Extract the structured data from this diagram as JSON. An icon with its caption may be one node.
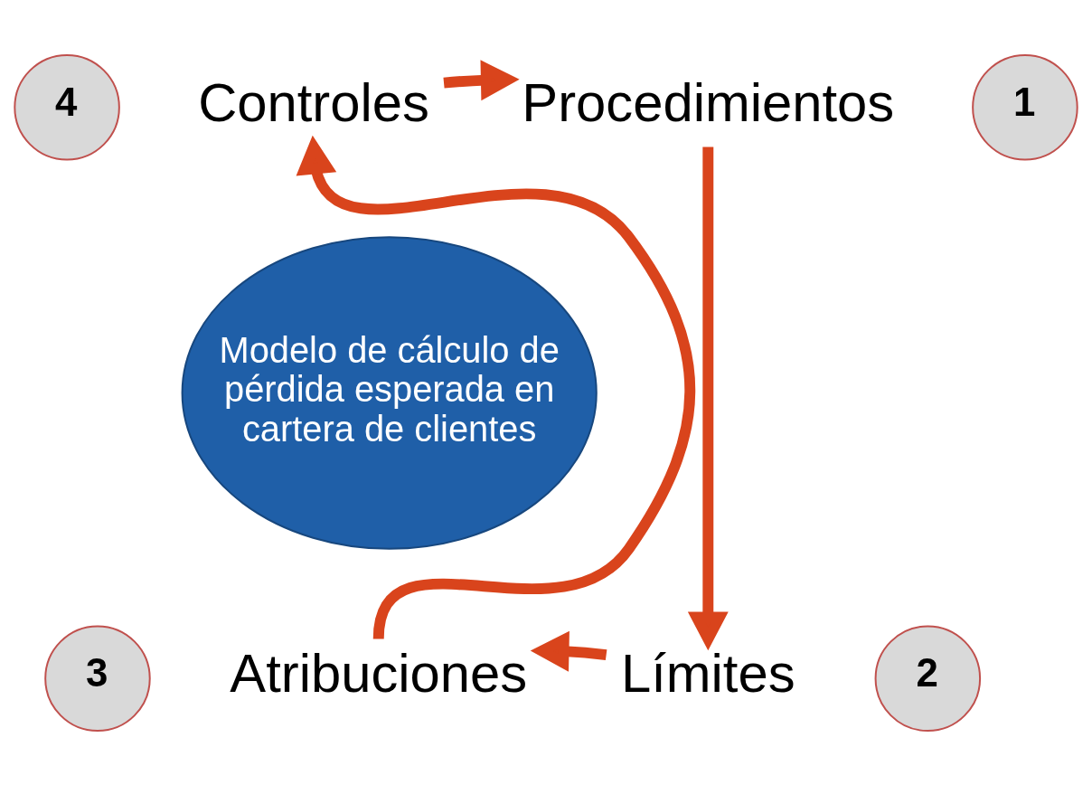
{
  "diagram": {
    "nodes": [
      {
        "text": [
          "Modelo de cálculo de pérdida esperada en cartera de clientes"
        ]
      },
      {
        "text": [
          "1"
        ]
      },
      {
        "text": [
          "Procedimientos"
        ]
      },
      {
        "text": [
          "2"
        ]
      },
      {
        "text": [
          "Límites"
        ]
      },
      {
        "text": [
          "3"
        ]
      },
      {
        "text": [
          "Atribuciones"
        ]
      },
      {
        "text": [
          "4"
        ]
      },
      {
        "text": [
          "Controles"
        ]
      }
    ],
    "edges": [
      {
        "from": 8,
        "to": 2,
        "arrow": "to"
      },
      {
        "from": 2,
        "to": 4,
        "arrow": "to"
      },
      {
        "from": 4,
        "to": 6,
        "arrow": "to"
      },
      {
        "from": 6,
        "to": 8,
        "arrow": "to"
      }
    ]
  }
}
